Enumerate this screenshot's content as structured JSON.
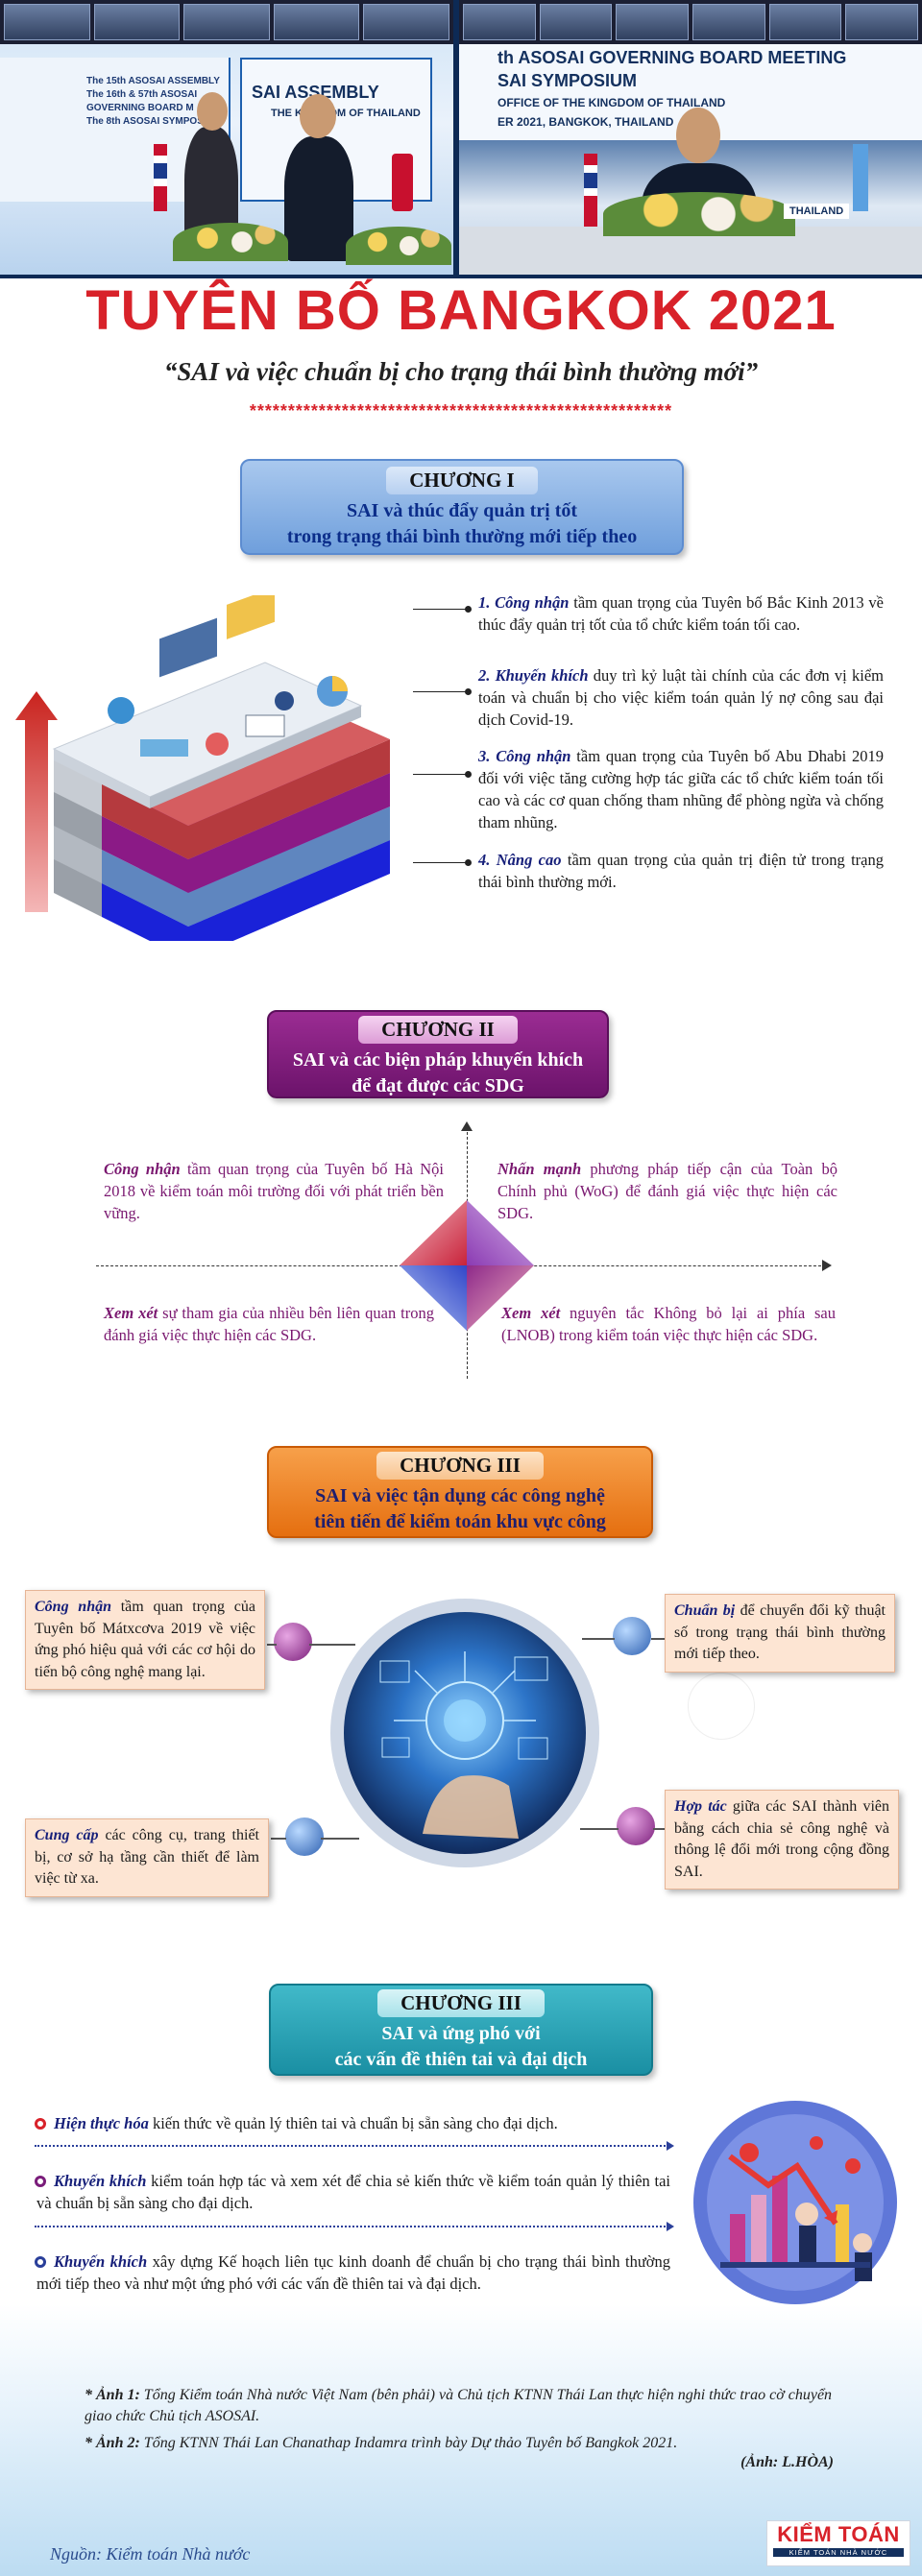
{
  "photos": {
    "photo1": {
      "backdrop_lines": [
        "The 15th ASOSAI ASSEMBLY",
        "The 16th & 57th ASOSAI GOVERNING BOARD M",
        "The 8th ASOSAI SYMPOSIUM"
      ],
      "backdrop_title": "SAI ASSEMBLY",
      "backdrop_subtitle": "THE KINGDOM OF THAILAND"
    },
    "photo2": {
      "banner_line1": "th ASOSAI GOVERNING BOARD MEETING",
      "banner_line2": "SAI SYMPOSIUM",
      "banner_line3": "OFFICE OF THE KINGDOM OF THAILAND",
      "banner_line4": "ER 2021, BANGKOK, THAILAND",
      "nameplate": "THAILAND"
    }
  },
  "header": {
    "title": "TUYÊN BỐ BANGKOK 2021",
    "subtitle": "“SAI và việc chuẩn bị cho trạng thái bình thường mới”",
    "stars": "*******************************************************"
  },
  "chapter1": {
    "label": "CHƯƠNG I",
    "title_line1": "SAI và thúc đẩy quản trị tốt",
    "title_line2": "trong trạng thái bình thường mới tiếp theo",
    "items": [
      {
        "lead": "1. Công nhận",
        "text": " tầm quan trọng của Tuyên bố Bắc Kinh 2013 về thúc đẩy quản trị tốt của tổ chức kiểm toán tối cao."
      },
      {
        "lead": "2. Khuyến khích",
        "text": " duy trì kỷ luật tài chính của các đơn vị kiểm toán và chuẩn bị cho việc kiểm toán quản lý nợ công sau đại dịch Covid-19."
      },
      {
        "lead": "3. Công nhận",
        "text": " tầm quan trọng của Tuyên bố Abu Dhabi 2019 đối với việc tăng cường hợp tác giữa các tổ chức kiểm toán tối cao và các cơ quan chống tham nhũng để phòng ngừa và chống tham nhũng."
      },
      {
        "lead": "4. Nâng cao",
        "text": " tầm quan trọng của quản trị điện tử trong trạng thái bình thường mới."
      }
    ]
  },
  "chapter2": {
    "label": "CHƯƠNG II",
    "title_line1": "SAI và các biện pháp khuyến khích",
    "title_line2": "để đạt được các SDG",
    "items": [
      {
        "lead": "Công nhận",
        "text": " tầm quan trọng của Tuyên bố Hà Nội 2018 về kiểm toán môi trường đối với phát triển bền vững."
      },
      {
        "lead": "Nhấn mạnh",
        "text": " phương pháp tiếp cận của Toàn bộ Chính phủ (WoG) để đánh giá việc thực hiện các SDG."
      },
      {
        "lead": "Xem xét",
        "text": " sự tham gia của nhiều bên liên quan trong đánh giá việc thực hiện các SDG."
      },
      {
        "lead": "Xem xét",
        "text": " nguyên tắc Không bỏ lại ai phía sau (LNOB) trong kiểm toán việc thực hiện các SDG."
      }
    ]
  },
  "chapter3": {
    "label": "CHƯƠNG III",
    "title_line1": "SAI và việc tận dụng các công nghệ",
    "title_line2": "tiên tiến để kiểm toán khu vực công",
    "items": [
      {
        "lead": "Công nhận",
        "text": " tầm quan trọng của Tuyên bố Mátxcơva 2019 về việc ứng phó hiệu quả với các cơ hội do tiến bộ công nghệ mang lại."
      },
      {
        "lead": "Chuẩn bị",
        "text": " để chuyển đổi kỹ thuật số trong trạng thái bình thường mới tiếp theo."
      },
      {
        "lead": "Cung cấp",
        "text": " các công cụ, trang thiết bị, cơ sở hạ tầng cần thiết để làm việc từ xa."
      },
      {
        "lead": "Hợp tác",
        "text": " giữa các SAI thành viên bằng cách chia sẻ công nghệ và thông lệ đổi mới trong cộng đồng SAI."
      }
    ]
  },
  "chapter4": {
    "label": "CHƯƠNG III",
    "title_line1": "SAI và ứng phó với",
    "title_line2": "các vấn đề thiên tai và đại dịch",
    "items": [
      {
        "lead": "Hiện thực hóa",
        "text": " kiến thức về quản lý thiên tai và chuẩn bị sẵn sàng cho đại dịch."
      },
      {
        "lead": "Khuyến khích",
        "text": " kiểm toán hợp tác và xem xét để chia sẻ kiến thức về kiểm toán quản lý thiên tai và chuẩn bị sẵn sàng cho đại dịch."
      },
      {
        "lead": "Khuyến khích",
        "text": " xây dựng Kế hoạch liên tục kinh doanh để chuẩn bị cho trạng thái bình thường mới tiếp theo và như một ứng phó với các vấn đề thiên tai và đại dịch."
      }
    ]
  },
  "footer": {
    "note1_lead": "* Ảnh 1:",
    "note1_text": " Tổng Kiểm toán Nhà nước Việt Nam (bên phải) và Chủ tịch KTNN Thái Lan thực hiện nghi thức trao cờ chuyển giao chức Chủ tịch ASOSAI.",
    "note2_lead": "* Ảnh 2:",
    "note2_text": " Tổng KTNN Thái Lan Chanathap Indamra trình bày Dự thảo Tuyên bố Bangkok 2021.",
    "credit": "(Ảnh: L.HÒA)",
    "source": "Nguồn: Kiểm toán Nhà nước",
    "logo_main": "KIỂM TOÁN",
    "logo_sub": "KIỂM TOÁN NHÀ NƯỚC"
  },
  "colors": {
    "title_red": "#d8222a",
    "chapter1_blue": "#6f9fdc",
    "chapter2_purple": "#6c136b",
    "chapter3_orange": "#e56f10",
    "chapter4_teal": "#1a8fa3",
    "lead_navy": "#17207a"
  }
}
